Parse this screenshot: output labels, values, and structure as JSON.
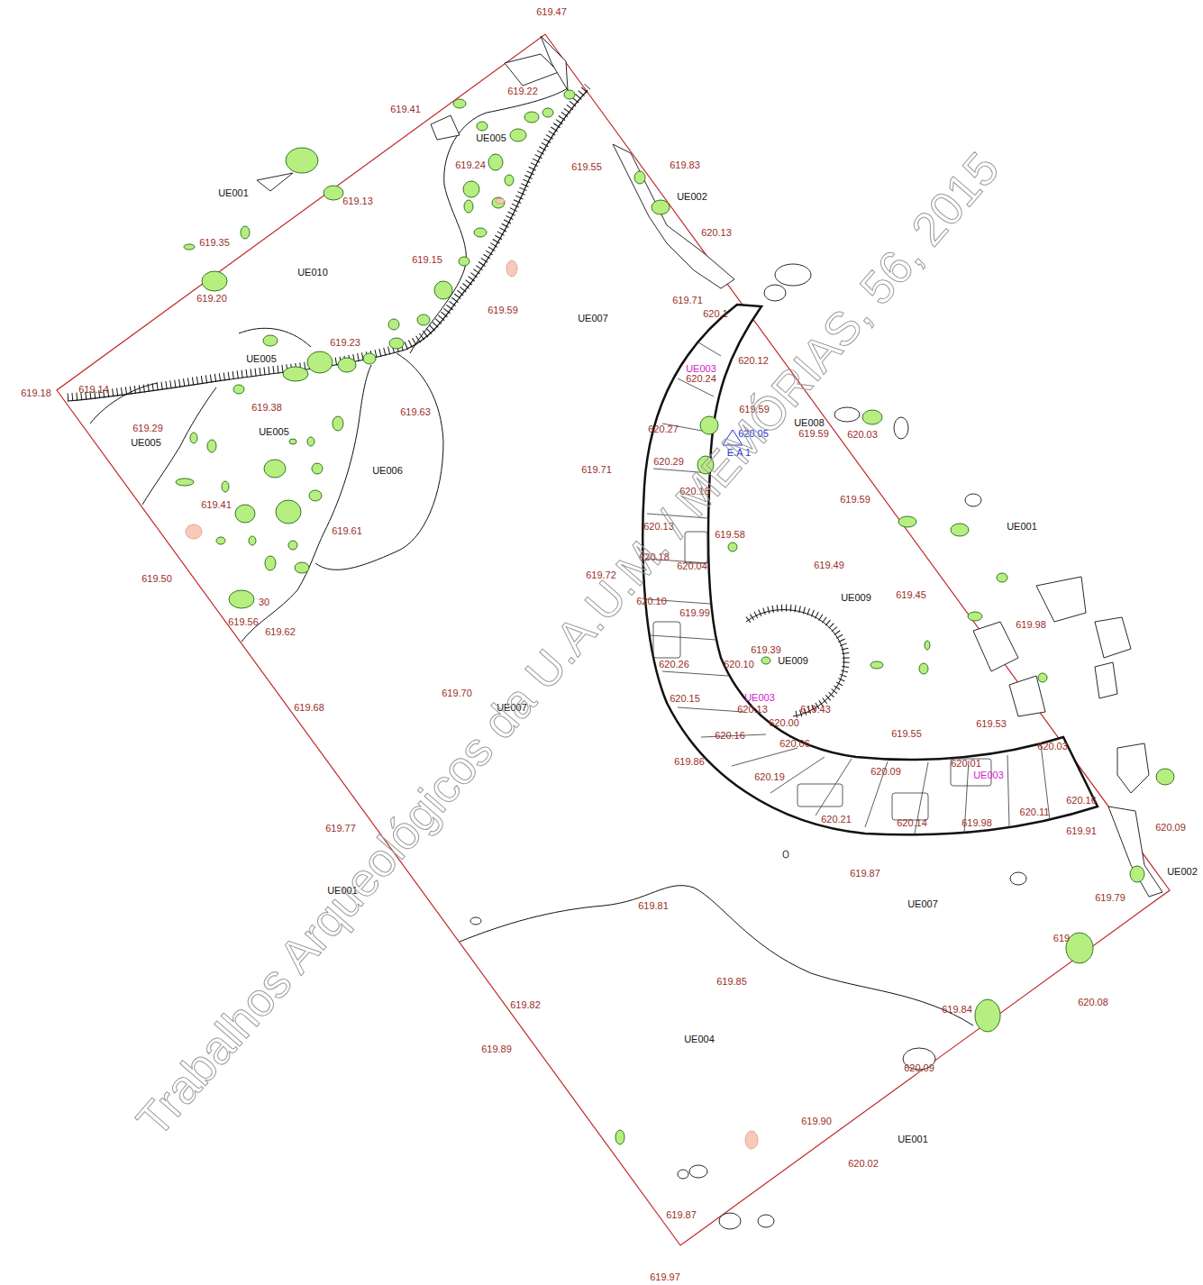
{
  "diagram": {
    "labels": [
      "619.47",
      "619.22",
      "619.41",
      "619.55",
      "619.83",
      "619.24",
      "619.13",
      "620.13",
      "619.35",
      "619.15",
      "619.20",
      "619.71",
      "619.59",
      "620.1",
      "619.23",
      "620.12",
      "620.24",
      "619.14",
      "619.18",
      "619.38",
      "619.59",
      "619.63",
      "620.27",
      "619.59",
      "620.03",
      "620.05",
      "E.A 1",
      "619.29",
      "620.29",
      "619.71",
      "620.18",
      "619.59",
      "620.13",
      "619.41",
      "619.61",
      "619.58",
      "620.18",
      "620.04",
      "619.49",
      "619.72",
      "619.50",
      "619.45",
      "620.10",
      "619.99",
      "619.98",
      "30",
      "619.56",
      "619.62",
      "619.39",
      "620.26",
      "620.10",
      "619.70",
      "620.15",
      "619.68",
      "620.13",
      "619.43",
      "620.00",
      "619.55",
      "619.53",
      "620.03",
      "620.16",
      "620.06",
      "619.86",
      "620.01",
      "620.09",
      "620.19",
      "620.16",
      "620.11",
      "620.21",
      "620.14",
      "619.98",
      "619.91",
      "620.09",
      "619.77",
      "619.87",
      "619.79",
      "619.81",
      "619",
      "619.85",
      "619.82",
      "619.84",
      "620.08",
      "619.89",
      "620.09",
      "619.90",
      "620.02",
      "619.87",
      "619.97",
      "UE001",
      "UE005",
      "UE002",
      "UE010",
      "UE007",
      "UE005",
      "UE005",
      "UE005",
      "UE006",
      "UE008",
      "UE001",
      "UE009",
      "UE009",
      "UE007",
      "UE001",
      "UE007",
      "UE002",
      "UE004",
      "UE001",
      "UE003",
      "UE003",
      "UE003",
      "Trabalhos Arqueológicos da U.A.U.M. / MEMÓRIAS, 56, 2015"
    ]
  }
}
